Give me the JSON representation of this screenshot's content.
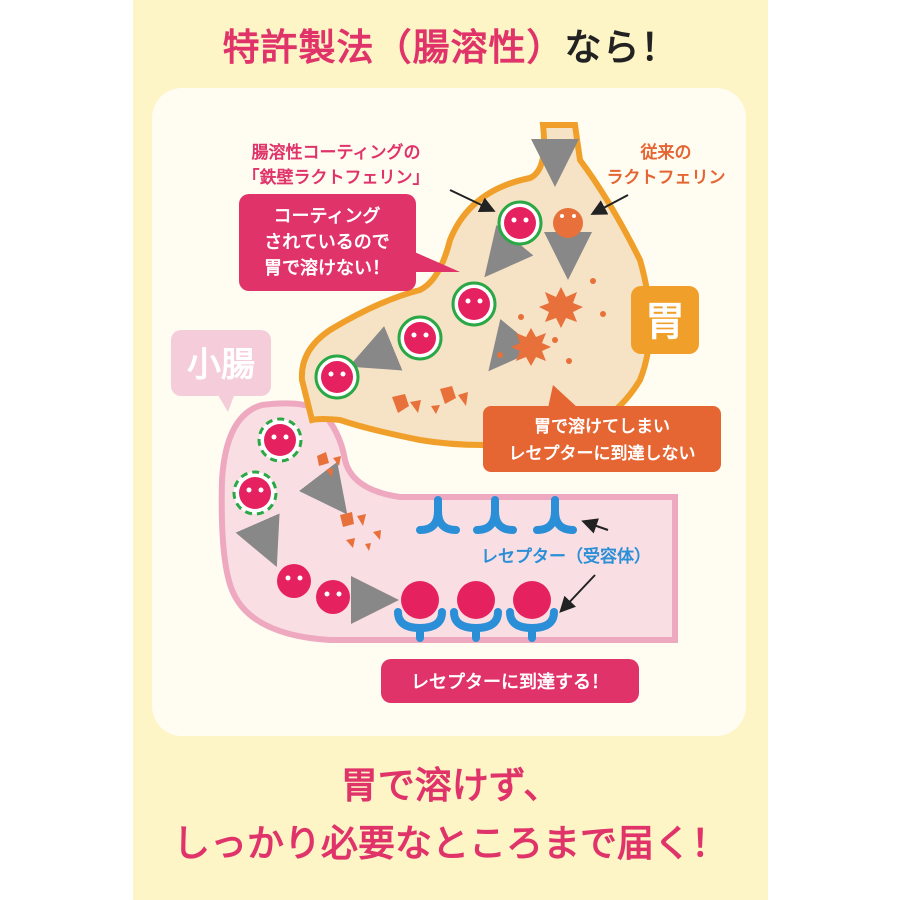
{
  "header": {
    "title_highlight": "特許製法（腸溶性）",
    "title_suffix": "なら！"
  },
  "labels": {
    "coated_caption_line1": "腸溶性コーティングの",
    "coated_caption_line2": "「鉄壁ラクトフェリン」",
    "conventional_line1": "従来の",
    "conventional_line2": "ラクトフェリン",
    "stomach": "胃",
    "small_intestine": "小腸",
    "coated_note_line1": "コーティング",
    "coated_note_line2": "されているので",
    "coated_note_line3": "胃で溶けない！",
    "dissolve_note_line1": "胃で溶けてしまい",
    "dissolve_note_line2": "レセプターに到達しない",
    "receptor": "レセプター（受容体）",
    "reach_note": "レセプターに到達する！"
  },
  "footer": {
    "line1": "胃で溶けず、",
    "line2": "しっかり必要なところまで届く！"
  },
  "colors": {
    "pink": "#e0336a",
    "green": "#2aa845",
    "orange": "#e8703a",
    "stomach_fill": "#f6e2c4",
    "stomach_border": "#f0a02a",
    "intestine_fill": "#f9dfe3",
    "intestine_border": "#eea9c0",
    "receptor_blue": "#2b8fd8"
  }
}
